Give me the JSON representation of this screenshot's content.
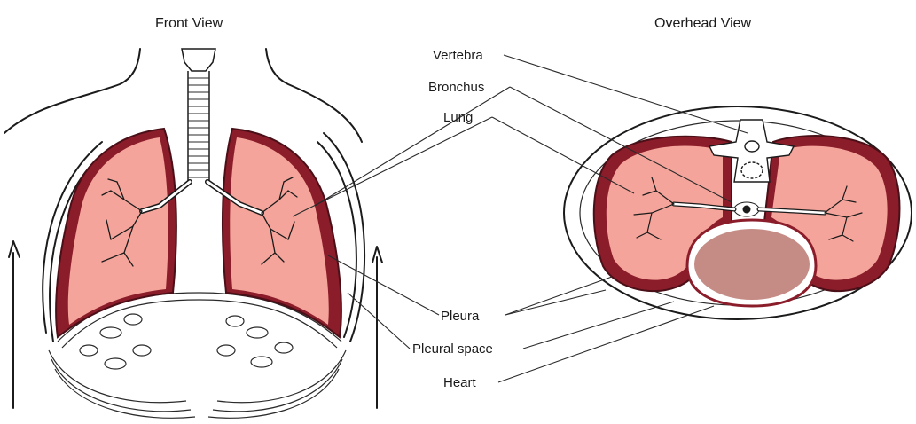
{
  "titles": {
    "front": "Front View",
    "overhead": "Overhead View"
  },
  "labels": {
    "vertebra": "Vertebra",
    "bronchus": "Bronchus",
    "lung": "Lung",
    "pleura": "Pleura",
    "pleural_space": "Pleural space",
    "heart": "Heart"
  },
  "colors": {
    "lung_fill": "#f4a49a",
    "pleura_outline": "#8b1c2a",
    "heart_fill": "#c58c86",
    "outline": "#1b1b1b"
  }
}
